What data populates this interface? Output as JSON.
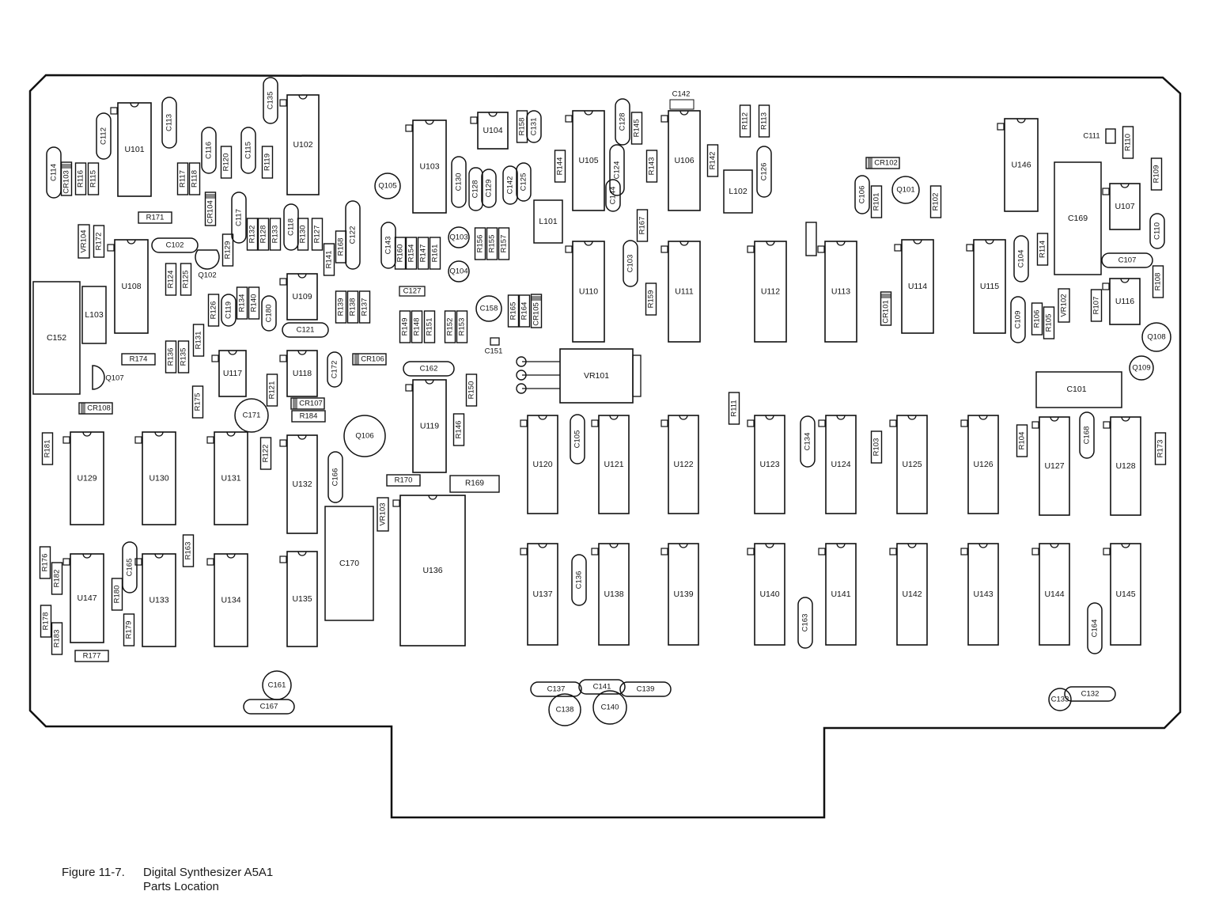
{
  "figure": {
    "number": "Figure 11-7.",
    "title": "Digital Synthesizer A5A1",
    "subtitle": "Parts Location"
  },
  "components": {
    "ics": [
      "U101",
      "U102",
      "U103",
      "U104",
      "U105",
      "U106",
      "U107",
      "U108",
      "U109",
      "U110",
      "U111",
      "U112",
      "U113",
      "U114",
      "U115",
      "U116",
      "U117",
      "U118",
      "U119",
      "U120",
      "U121",
      "U122",
      "U123",
      "U124",
      "U125",
      "U126",
      "U127",
      "U128",
      "U129",
      "U130",
      "U131",
      "U132",
      "U133",
      "U134",
      "U135",
      "U136",
      "U137",
      "U138",
      "U139",
      "U140",
      "U141",
      "U142",
      "U143",
      "U144",
      "U145",
      "U146",
      "U147"
    ],
    "resistors": [
      "R101",
      "R102",
      "R103",
      "R104",
      "R105",
      "R106",
      "R107",
      "R108",
      "R109",
      "R110",
      "R111",
      "R112",
      "R113",
      "R114",
      "R115",
      "R116",
      "R117",
      "R118",
      "R119",
      "R120",
      "R121",
      "R122",
      "R124",
      "R125",
      "R126",
      "R127",
      "R128",
      "R129",
      "R130",
      "R131",
      "R132",
      "R133",
      "R134",
      "R135",
      "R136",
      "R137",
      "R138",
      "R139",
      "R140",
      "R141",
      "R142",
      "R143",
      "R144",
      "R145",
      "R146",
      "R147",
      "R148",
      "R149",
      "R150",
      "R151",
      "R152",
      "R153",
      "R154",
      "R155",
      "R156",
      "R157",
      "R158",
      "R159",
      "R160",
      "R161",
      "R163",
      "R164",
      "R165",
      "R167",
      "R168",
      "R169",
      "R170",
      "R171",
      "R172",
      "R173",
      "R174",
      "R175",
      "R176",
      "R177",
      "R178",
      "R179",
      "R180",
      "R181",
      "R182",
      "R183",
      "R184"
    ],
    "capacitors": [
      "C101",
      "C102",
      "C103",
      "C104",
      "C105",
      "C106",
      "C107",
      "C109",
      "C110",
      "C111",
      "C112",
      "C113",
      "C114",
      "C115",
      "C116",
      "C117",
      "C118",
      "C119",
      "C121",
      "C122",
      "C124",
      "C125",
      "C126",
      "C127",
      "C128",
      "C129",
      "C130",
      "C131",
      "C132",
      "C133",
      "C134",
      "C135",
      "C136",
      "C137",
      "C138",
      "C139",
      "C140",
      "C141",
      "C142",
      "C143",
      "C144",
      "C151",
      "C152",
      "C158",
      "C161",
      "C162",
      "C163",
      "C164",
      "C165",
      "C166",
      "C167",
      "C168",
      "C169",
      "C170",
      "C171",
      "C172",
      "C180"
    ],
    "transistors": [
      "Q101",
      "Q102",
      "Q103",
      "Q104",
      "Q105",
      "Q106",
      "Q107",
      "Q108",
      "Q109"
    ],
    "diodes": [
      "CR101",
      "CR102",
      "CR103",
      "CR104",
      "CR105",
      "CR106",
      "CR107",
      "CR108"
    ],
    "regulators": [
      "VR101",
      "VR102",
      "VR103",
      "VR104"
    ],
    "inductors": [
      "L101",
      "L102",
      "L103"
    ]
  }
}
